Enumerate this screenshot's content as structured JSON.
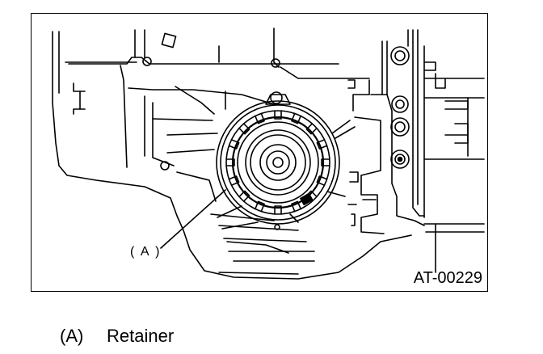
{
  "figure": {
    "callout_label": "( A )",
    "figure_code": "AT-00229"
  },
  "legend": {
    "items": [
      {
        "key": "(A)",
        "text": "Retainer"
      }
    ]
  }
}
